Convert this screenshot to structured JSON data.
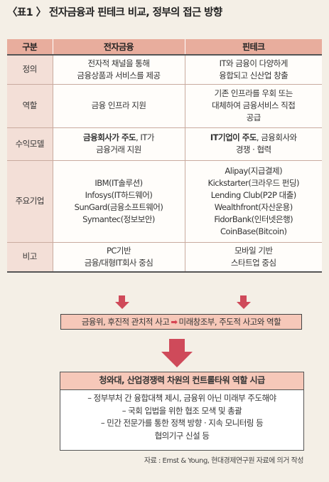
{
  "title": "〈표1 〉 전자금융과 핀테크 비교, 정부의 접근 방향",
  "table": {
    "headers": [
      "구분",
      "전자금융",
      "핀테크"
    ],
    "rows": [
      {
        "label": "정의",
        "col1": [
          "전자적 채널을 통해",
          "금융상품과 서비스를 제공"
        ],
        "col2": [
          "IT와 금융이 다양하게",
          "융합되고 신산업 창출"
        ]
      },
      {
        "label": "역할",
        "col1": [
          "금융 인프라 지원"
        ],
        "col2": [
          "기존 인프라를 우회 또는",
          "대체하여 금융서비스 직접",
          "공급"
        ]
      },
      {
        "label": "수익모델",
        "col1_bold": "금융회사가 주도",
        "col1_rest": ", IT가",
        "col1_line2": "금융거래 지원",
        "col2_bold": "IT기업이 주도",
        "col2_rest": ", 금융회사와",
        "col2_line2": "경쟁 · 협력"
      },
      {
        "label": "주요기업",
        "col1": [
          "IBM(IT솔루션)",
          "Infosys(IT하드웨어)",
          "SunGard(금융소프트웨어)",
          "Symantec(정보보안)"
        ],
        "col2": [
          "Alipay(지급결제)",
          "Kickstarter(크라우드 펀딩)",
          "Lending Club(P2P 대출)",
          "Wealthfront(자산운용)",
          "FidorBank(인터넷은행)",
          "CoinBase(Bitcoin)"
        ]
      },
      {
        "label": "비고",
        "col1": [
          "PC기반",
          "금융/대형IT회사 중심"
        ],
        "col2": [
          "모바일 기반",
          "스타트업 중심"
        ]
      }
    ]
  },
  "transition": {
    "from": "금융위, 후진적 관치적 사고",
    "arrow": "➡",
    "to": "미래창조부, 주도적 사고와 역할"
  },
  "policy": {
    "heading": "청와대, 산업경쟁력 차원의 컨트롤타워 역할 시급",
    "items": [
      "– 정부부처 간 융합대책 제시, 금융위 아닌 미래부 주도해야",
      "– 국회 입법을 위한 협조 모색 및 총괄",
      "– 민간 전문가를 통한 정책 방향 · 지속 모니터링 등",
      "협의기구 신설 등"
    ]
  },
  "source": "자료 : Ernst & Young,  현대경제연구원 자료에 의거 작성",
  "colors": {
    "accent": "#cf4a5a",
    "header": "#e8ad9d",
    "label_cell": "#f3dfd7",
    "bar": "#f6c8b9",
    "background": "#f4efe6"
  }
}
